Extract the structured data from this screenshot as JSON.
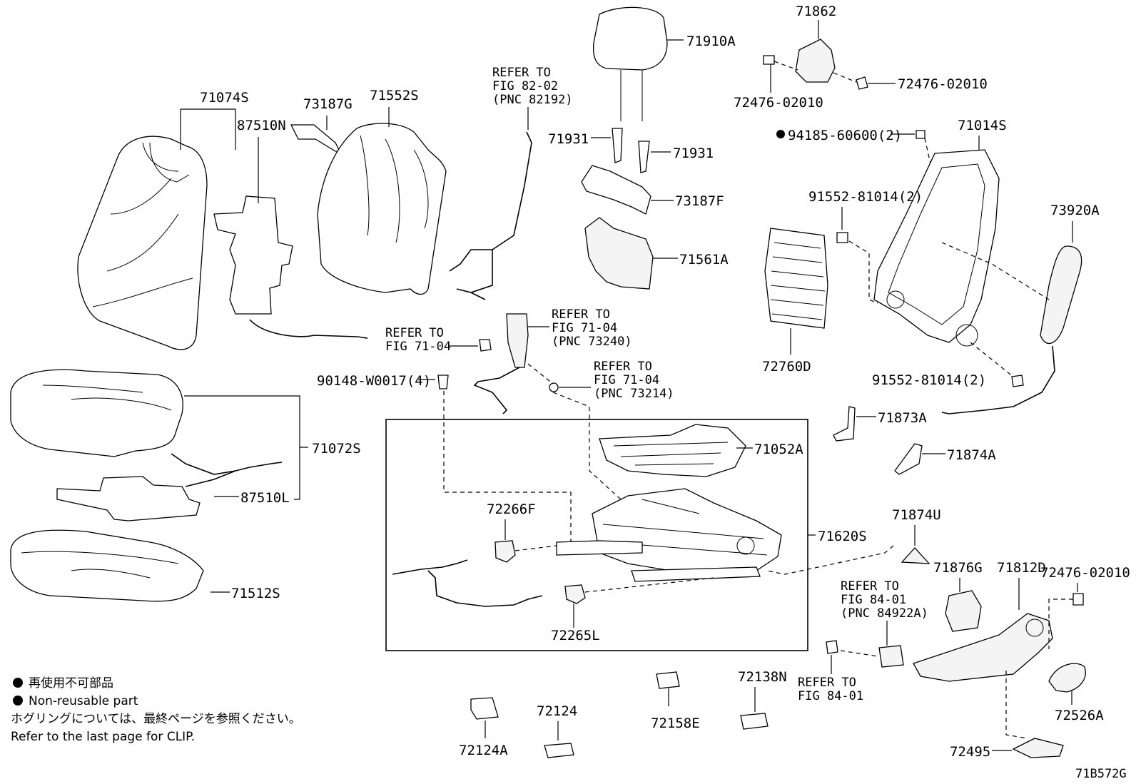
{
  "parts": {
    "p71074S": "71074S",
    "p87510N": "87510N",
    "p73187G": "73187G",
    "p71552S": "71552S",
    "p71910A": "71910A",
    "p71862": "71862",
    "p72476_02010_top_left": "72476-02010",
    "p72476_02010_top_right": "72476-02010",
    "p71931_left": "71931",
    "p71931_right": "71931",
    "p73187F": "73187F",
    "p71561A": "71561A",
    "p94185_60600": "94185-60600(2)",
    "p71014S": "71014S",
    "p91552_81014_top": "91552-81014(2)",
    "p73920A": "73920A",
    "p72760D": "72760D",
    "p91552_81014_bottom": "91552-81014(2)",
    "p90148_W0017": "90148-W0017(4)",
    "p71072S": "71072S",
    "p87510L": "87510L",
    "p71052A": "71052A",
    "p71873A": "71873A",
    "p71874A": "71874A",
    "p72266F": "72266F",
    "p71620S": "71620S",
    "p71874U": "71874U",
    "p71512S": "71512S",
    "p71876G": "71876G",
    "p71812D": "71812D",
    "p72476_02010_right": "72476-02010",
    "p72265L": "72265L",
    "p72138N": "72138N",
    "p72124": "72124",
    "p72158E": "72158E",
    "p72526A": "72526A",
    "p72124A": "72124A",
    "p72495": "72495"
  },
  "references": {
    "ref_82_02": [
      "REFER TO",
      "FIG 82-02",
      "(PNC 82192)"
    ],
    "ref_71_04_a": [
      "REFER TO",
      "FIG 71-04",
      "(PNC 73240)"
    ],
    "ref_71_04_b": [
      "REFER TO",
      "FIG 71-04"
    ],
    "ref_71_04_c": [
      "REFER TO",
      "FIG 71-04",
      "(PNC 73214)"
    ],
    "ref_84_01_a": [
      "REFER TO",
      "FIG 84-01",
      "(PNC 84922A)"
    ],
    "ref_84_01_b": [
      "REFER TO",
      "FIG 84-01"
    ]
  },
  "legend": {
    "jp_nonreusable": "再使用不可部品",
    "en_nonreusable": "Non-reusable part",
    "jp_clip_note": "ホグリングについては、最終ページを参照ください。",
    "en_clip_note": "Refer to the last page for CLIP."
  },
  "figure_id": "71B572G"
}
